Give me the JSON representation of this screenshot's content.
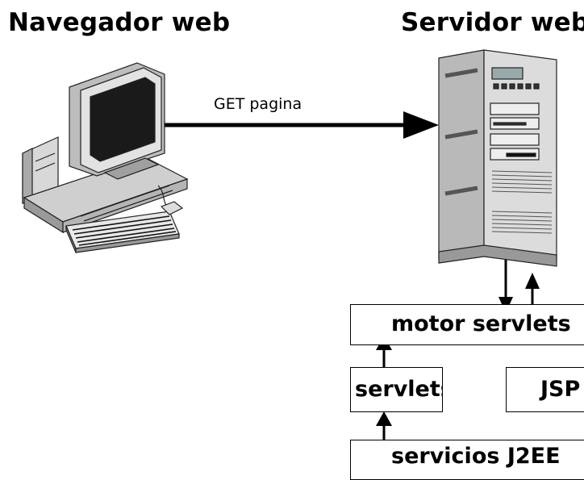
{
  "left_title": "Navegador web",
  "right_title": "Servidor web",
  "request_label": "GET pagina",
  "boxes": {
    "motor": "motor servlets",
    "servlets": "servlets",
    "jsp": "JSP",
    "services": "servicios J2EE"
  },
  "icons": {
    "client": "desktop-computer-icon",
    "server": "tower-server-icon"
  }
}
